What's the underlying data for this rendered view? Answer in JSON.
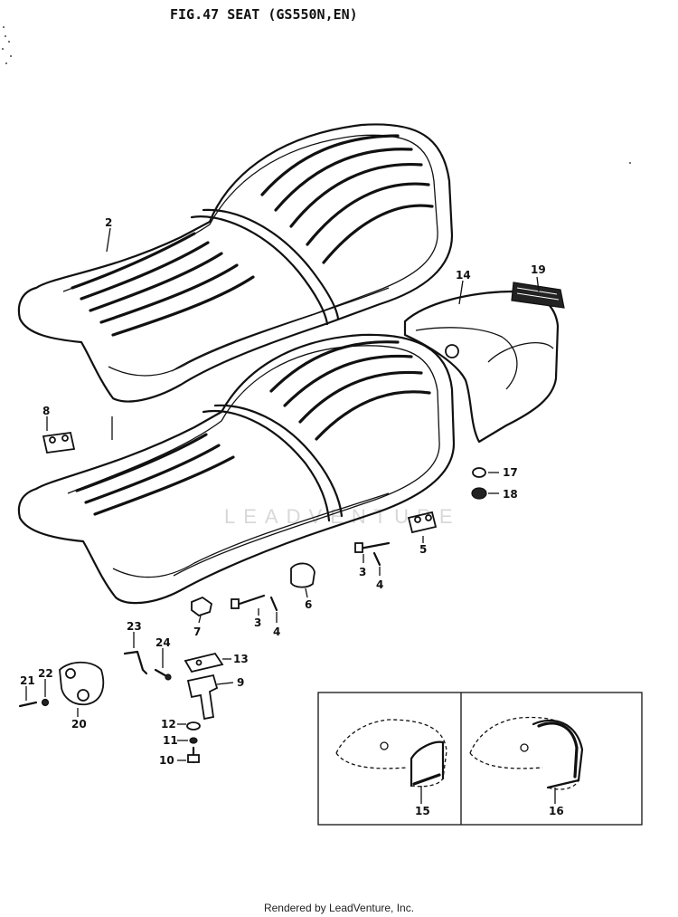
{
  "header": {
    "title": "FIG.47  SEAT (GS550N,EN)"
  },
  "footer": {
    "credit": "Rendered by LeadVenture, Inc."
  },
  "watermark": {
    "text": "LEADVENTURE"
  },
  "callouts": [
    {
      "id": "c2",
      "label": "2"
    },
    {
      "id": "c8",
      "label": "8"
    },
    {
      "id": "c14",
      "label": "14"
    },
    {
      "id": "c19",
      "label": "19"
    },
    {
      "id": "c17",
      "label": "17"
    },
    {
      "id": "c18",
      "label": "18"
    },
    {
      "id": "c5",
      "label": "5"
    },
    {
      "id": "c3a",
      "label": "3"
    },
    {
      "id": "c4a",
      "label": "4"
    },
    {
      "id": "c6",
      "label": "6"
    },
    {
      "id": "c7",
      "label": "7"
    },
    {
      "id": "c3b",
      "label": "3"
    },
    {
      "id": "c4b",
      "label": "4"
    },
    {
      "id": "c23",
      "label": "23"
    },
    {
      "id": "c24",
      "label": "24"
    },
    {
      "id": "c13",
      "label": "13"
    },
    {
      "id": "c9",
      "label": "9"
    },
    {
      "id": "c21",
      "label": "21"
    },
    {
      "id": "c22",
      "label": "22"
    },
    {
      "id": "c20",
      "label": "20"
    },
    {
      "id": "c12",
      "label": "12"
    },
    {
      "id": "c11",
      "label": "11"
    },
    {
      "id": "c10",
      "label": "10"
    },
    {
      "id": "c15",
      "label": "15"
    },
    {
      "id": "c16",
      "label": "16"
    }
  ]
}
